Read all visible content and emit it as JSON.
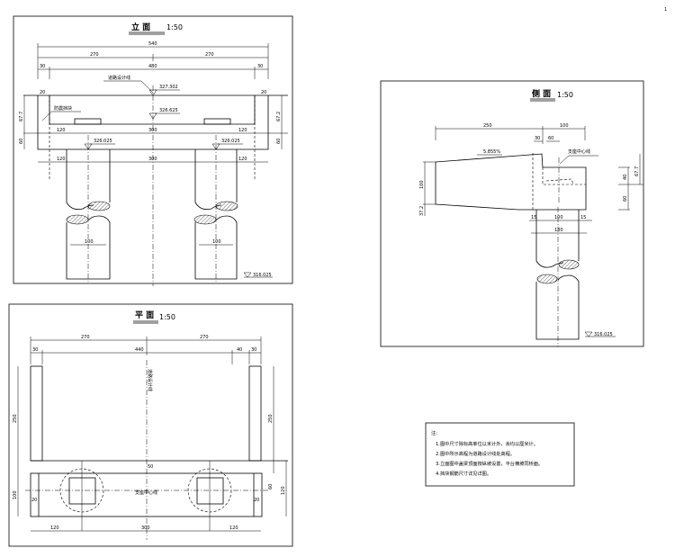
{
  "page_number": "1",
  "front_view": {
    "title": "立 面",
    "scale": "1:50",
    "dims_top": {
      "total": "540",
      "half_left": "270",
      "half_right": "270",
      "left_block": "30",
      "middle": "480",
      "right_block": "30"
    },
    "block_width_left": "20",
    "block_width_right": "20",
    "left_height_upper": "67.7",
    "right_height_upper": "67.2",
    "left_height_lower": "60",
    "right_height_lower": "60",
    "upper_dims": [
      "120",
      "300",
      "120"
    ],
    "lower_dims": [
      "120",
      "300",
      "120"
    ],
    "road_centerline_label": "道路设计线",
    "block_label": "防震挡块",
    "elev_top": "327.302",
    "elev_seat": "326.625",
    "elev_bottom_left": "326.025",
    "elev_bottom_right": "326.025",
    "column_dia_left": "100",
    "column_dia_right": "100",
    "elev_ground": "316.025"
  },
  "plan_view": {
    "title": "平 面",
    "scale": "1:50",
    "dims_top": {
      "half_left": "270",
      "half_right": "270",
      "left": "30",
      "middle": "440",
      "right_inner": "40",
      "right": "30"
    },
    "left_height": "250",
    "right_height": "250",
    "beam_width_left": "100",
    "beam_width_right": "120",
    "right_inner": "60",
    "center_mark": "50",
    "edge_left": "20",
    "edge_right": "20",
    "road_centerline_label": "道路设计线",
    "bearing_centerline_label": "支座中心线",
    "bottom_dims": [
      "120",
      "300",
      "120"
    ]
  },
  "side_view": {
    "title": "侧 面",
    "scale": "1:50",
    "dim_cantilever": "250",
    "dim_cap": "100",
    "dim_offset": "30",
    "dim_seat": "60",
    "slope_label": "5.855%",
    "bearing_label": "支座中心线",
    "left_height": "100",
    "left_drop": "37.2",
    "right_upper": "40",
    "right_total": "67.7",
    "right_lower": "60",
    "bottom_dims": [
      "15",
      "100",
      "15"
    ],
    "bottom_total": "130",
    "elev_ground": "316.025"
  },
  "notes": {
    "heading": "注:",
    "items": [
      "1.图中尺寸除标高单位以米计外，余均以厘米计。",
      "2.图中所示高程为道路设计线处高程。",
      "3.立面图中盖梁顶面按纵坡设置，平台横坡同桥面。",
      "4.挡块钢筋尺寸详见详图。"
    ]
  }
}
